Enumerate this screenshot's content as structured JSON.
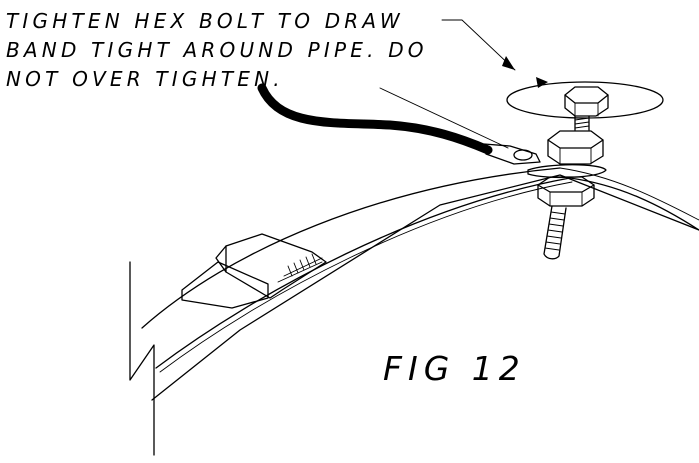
{
  "annotation": {
    "lines": [
      "TIGHTEN HEX BOLT TO DRAW",
      "BAND TIGHT AROUND PIPE. DO",
      "NOT OVER TIGHTEN."
    ]
  },
  "figure_label": "FIG 12"
}
